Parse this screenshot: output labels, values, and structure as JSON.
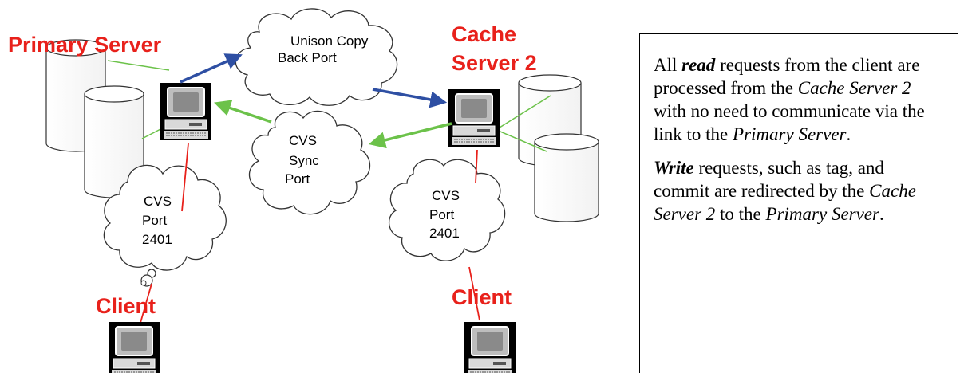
{
  "labels": {
    "primary_server": "Primary Server",
    "cache_server_line1": "Cache",
    "cache_server_line2": "Server 2",
    "client_left": "Client",
    "client_right": "Client"
  },
  "clouds": {
    "unison_line1": "Unison Copy",
    "unison_line2": "Back Port",
    "sync_line1": "CVS",
    "sync_line2": "Sync",
    "sync_line3": "Port",
    "left_port_line1": "CVS",
    "left_port_line2": "Port",
    "left_port_line3": "2401",
    "right_port_line1": "CVS",
    "right_port_line2": "Port",
    "right_port_line3": "2401"
  },
  "note": {
    "p1_a": "All ",
    "p1_read": "read",
    "p1_b": " requests from the client are processed from the ",
    "p1_cache": "Cache Server 2",
    "p1_c": " with no need to communicate via the link to the ",
    "p1_primary": "Primary Server",
    "p1_d": ".",
    "p2_write": "Write",
    "p2_a": " requests, such as tag, and commit are redirected by the ",
    "p2_cache": "Cache Server 2",
    "p2_b": " to the ",
    "p2_primary": "Primary Server",
    "p2_c": "."
  },
  "colors": {
    "label_red": "#e8211b",
    "blue_arrow": "#2e4fa3",
    "green_arrow": "#6cc24a",
    "red_line": "#e8211b"
  }
}
